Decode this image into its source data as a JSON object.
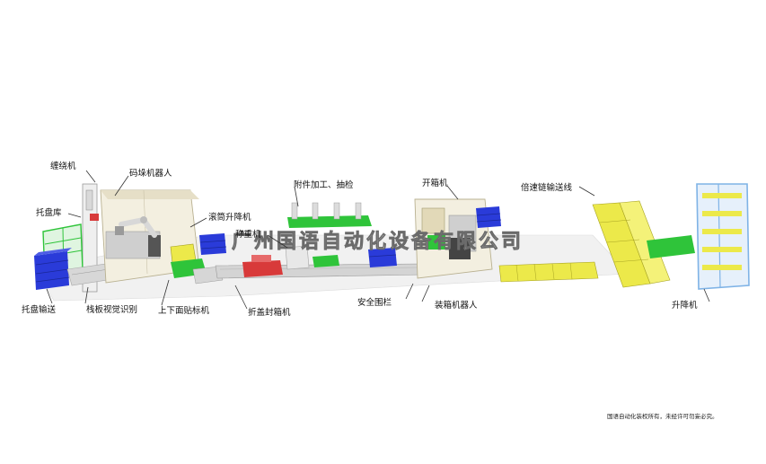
{
  "labels": {
    "wrapper": "缠绕机",
    "palletizer_robot": "码垛机器人",
    "pallet_store": "托盘库",
    "roller_lift": "滚筒升降机",
    "weigher": "称重机",
    "accessory": "附件加工、抽检",
    "carton_opener": "开箱机",
    "speed_chain": "倍速链输送线",
    "pallet_conveyor": "托盘输送",
    "stack_vision": "栈板视觉识别",
    "top_bottom_label": "上下面贴标机",
    "fold_seal": "折盖封箱机",
    "safety_fence": "安全围栏",
    "packing_robot": "装箱机器人",
    "lifter": "升降机"
  },
  "watermark": "广州国语自动化设备有限公司",
  "copyright": "国语自动化装权所有，未经许可勿妄必究。",
  "colors": {
    "green": "#2fc43a",
    "yellow": "#ece94a",
    "blue": "#2a3bd9",
    "light_blue": "#7fb3e6",
    "red": "#d83a3a",
    "frame": "#c9c2a8",
    "floor": "#e9e9e9"
  }
}
